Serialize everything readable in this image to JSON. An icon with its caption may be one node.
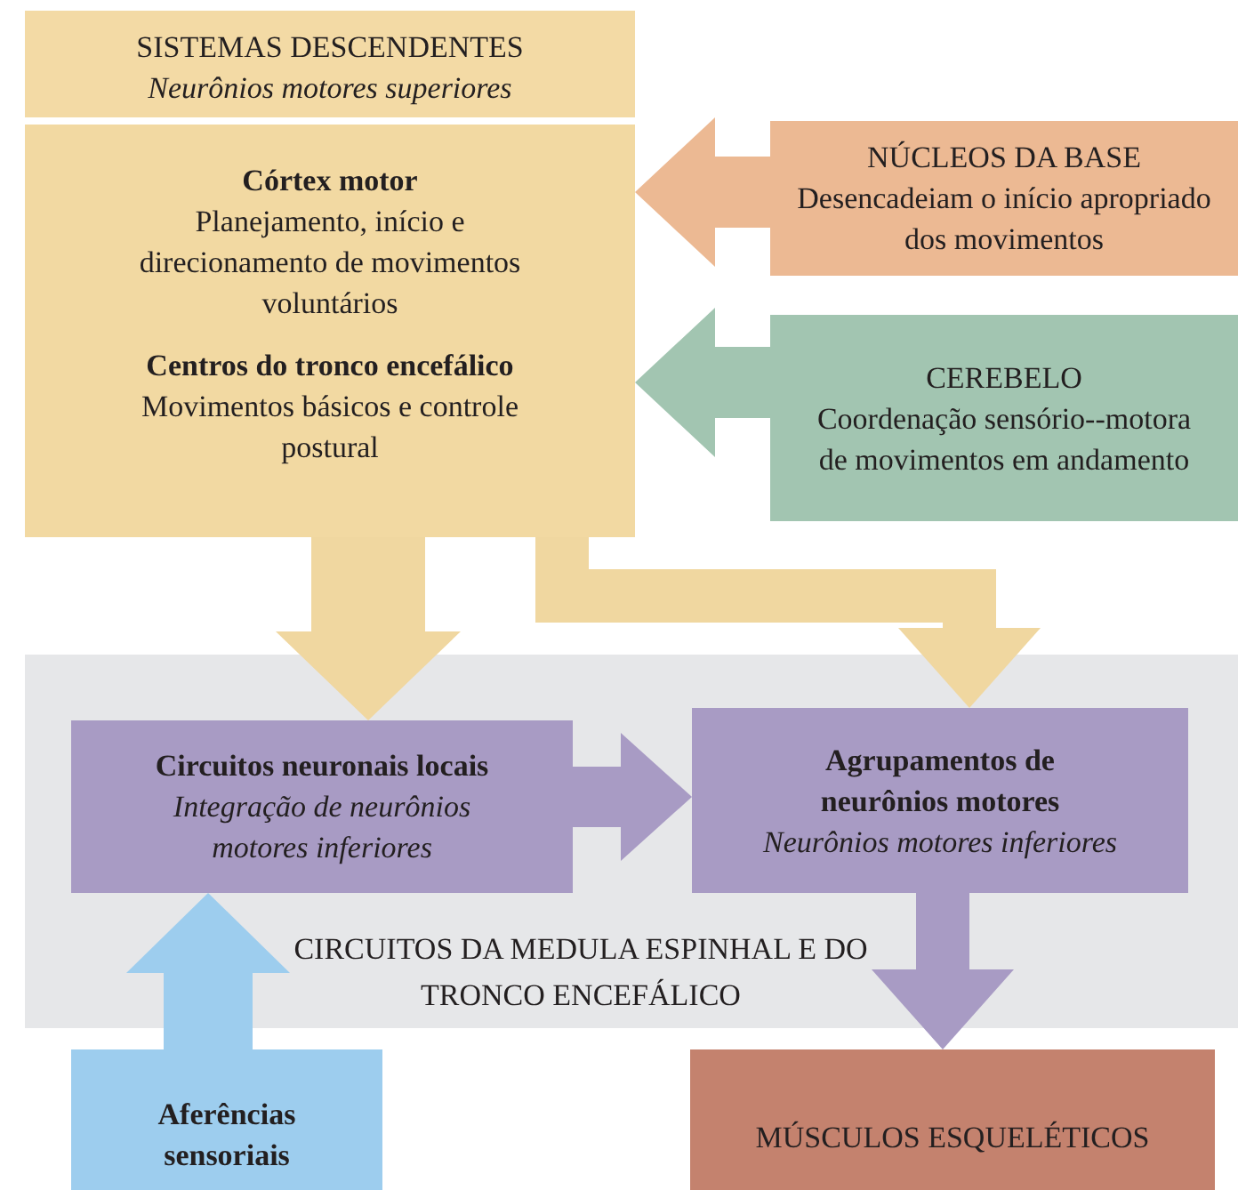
{
  "diagram": {
    "nodes": [
      {
        "text": [
          "SISTEMAS DESCENDENTES",
          "Neurônios motores superiores"
        ]
      },
      {
        "text": [
          "Córtex motor",
          "Planejamento, início e direcionamento de movimentos voluntários",
          "Centros do tronco encefálico",
          "Movimentos básicos e controle postural"
        ]
      },
      {
        "text": [
          "NÚCLEOS DA BASE",
          "Desencadeiam o início apropriado dos movimentos"
        ]
      },
      {
        "text": [
          "CEREBELO",
          "Coordenação sensório--motora de movimentos em andamento"
        ]
      },
      {
        "text": [
          "CIRCUITOS DA MEDULA ESPINHAL E DO TRONCO ENCEFÁLICO"
        ]
      },
      {
        "text": [
          "Circuitos neuronais locais",
          "Integração de neurônios motores inferiores"
        ],
        "in": 4
      },
      {
        "text": [
          "Agrupamentos de neurônios motores",
          "Neurônios motores inferiores"
        ],
        "in": 4
      },
      {
        "text": [
          "Aferências sensoriais"
        ]
      },
      {
        "text": [
          "MÚSCULOS ESQUELÉTICOS"
        ]
      }
    ],
    "edges": [
      {
        "from": 2,
        "to": 1,
        "arrow": "to",
        "color": "#ecb993"
      },
      {
        "from": 3,
        "to": 1,
        "arrow": "to",
        "color": "#a2c5b1"
      },
      {
        "from": 1,
        "to": 5,
        "arrow": "to",
        "color": "#f0d7a0"
      },
      {
        "from": 1,
        "to": 6,
        "arrow": "to",
        "color": "#f0d7a0"
      },
      {
        "from": 5,
        "to": 6,
        "arrow": "to",
        "color": "#a89bc4"
      },
      {
        "from": 6,
        "to": 8,
        "arrow": "to",
        "color": "#a89bc4"
      },
      {
        "from": 7,
        "to": 5,
        "arrow": "to",
        "color": "#9dcdee"
      }
    ]
  }
}
